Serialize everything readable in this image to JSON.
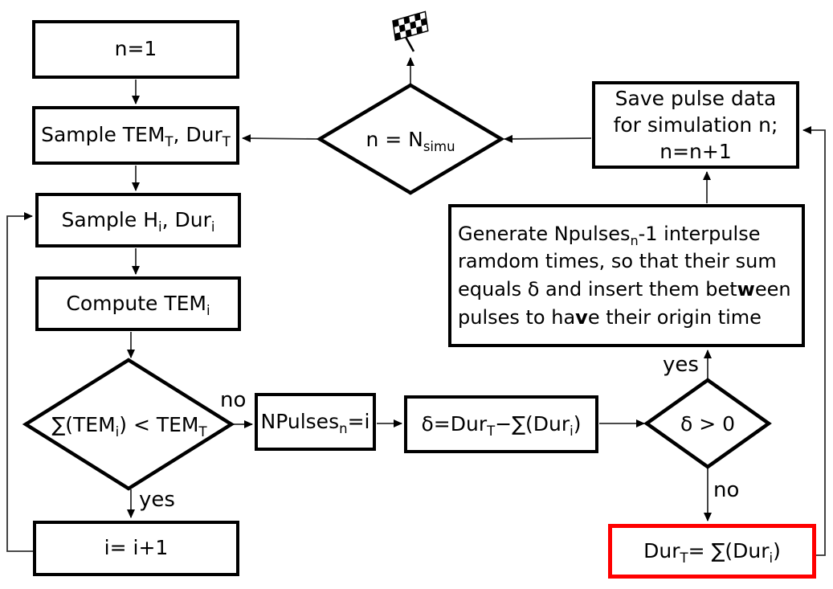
{
  "diagram": {
    "type": "flowchart",
    "background": "#ffffff",
    "colors": {
      "shape_border": "#000000",
      "connector": "#303030",
      "arrowhead": "#000000",
      "highlight_border": "#ff0000",
      "text": "#000000"
    },
    "nodes": {
      "init_n": {
        "shape": "rect",
        "label": [
          {
            "t": "n=1"
          }
        ]
      },
      "sample_totals": {
        "shape": "rect",
        "label": [
          {
            "t": "Sample TEM"
          },
          {
            "t": "T",
            "sub": true
          },
          {
            "t": ", Dur"
          },
          {
            "t": "T",
            "sub": true
          }
        ]
      },
      "sample_pulse": {
        "shape": "rect",
        "label": [
          {
            "t": "Sample H"
          },
          {
            "t": "i",
            "sub": true
          },
          {
            "t": ", Dur"
          },
          {
            "t": "i",
            "sub": true
          }
        ]
      },
      "compute_tem": {
        "shape": "rect",
        "label": [
          {
            "t": "Compute TEM"
          },
          {
            "t": "i",
            "sub": true
          }
        ]
      },
      "decision_tem": {
        "shape": "diamond",
        "label": [
          {
            "t": "∑(TEM"
          },
          {
            "t": "i",
            "sub": true
          },
          {
            "t": ") < TEM"
          },
          {
            "t": "T",
            "sub": true
          }
        ]
      },
      "npulses_assign": {
        "shape": "rect",
        "label": [
          {
            "t": "NPulses"
          },
          {
            "t": "n",
            "sub": true
          },
          {
            "t": "=i"
          }
        ]
      },
      "delta_assign": {
        "shape": "rect",
        "label": [
          {
            "t": "δ=Dur"
          },
          {
            "t": "T",
            "sub": true
          },
          {
            "t": "−∑(Dur"
          },
          {
            "t": "i",
            "sub": true
          },
          {
            "t": ")"
          }
        ]
      },
      "decision_delta": {
        "shape": "diamond",
        "label": [
          {
            "t": "δ > 0"
          }
        ]
      },
      "generate_interpulse": {
        "shape": "rect",
        "label": [
          {
            "t": "Generate Npulses"
          },
          {
            "t": "n",
            "sub": true
          },
          {
            "t": "-1 interpulse\nramdom times, so that their sum\nequals δ and insert them bet"
          },
          {
            "t": "w",
            "b": true
          },
          {
            "t": "een\npulses to ha"
          },
          {
            "t": "v",
            "b": true
          },
          {
            "t": "e their origin time"
          }
        ]
      },
      "save_pulse": {
        "shape": "rect",
        "label": [
          {
            "t": "Save pulse data\nfor simulation n;\nn=n+1"
          }
        ]
      },
      "decision_nsimu": {
        "shape": "diamond",
        "label": [
          {
            "t": "n = N"
          },
          {
            "t": "simu",
            "sub": true
          }
        ]
      },
      "increment_i": {
        "shape": "rect",
        "label": [
          {
            "t": "i= i+1"
          }
        ]
      },
      "dur_total_assign": {
        "shape": "rect",
        "highlighted": true,
        "label": [
          {
            "t": "Dur"
          },
          {
            "t": "T",
            "sub": true
          },
          {
            "t": "= ∑(Dur"
          },
          {
            "t": "i",
            "sub": true
          },
          {
            "t": ")"
          }
        ]
      }
    },
    "edge_labels": {
      "tem_no": "no",
      "tem_yes": "yes",
      "delta_yes": "yes",
      "delta_no": "no"
    },
    "icons": {
      "finish_flag": "checkered-finish-flag"
    }
  }
}
